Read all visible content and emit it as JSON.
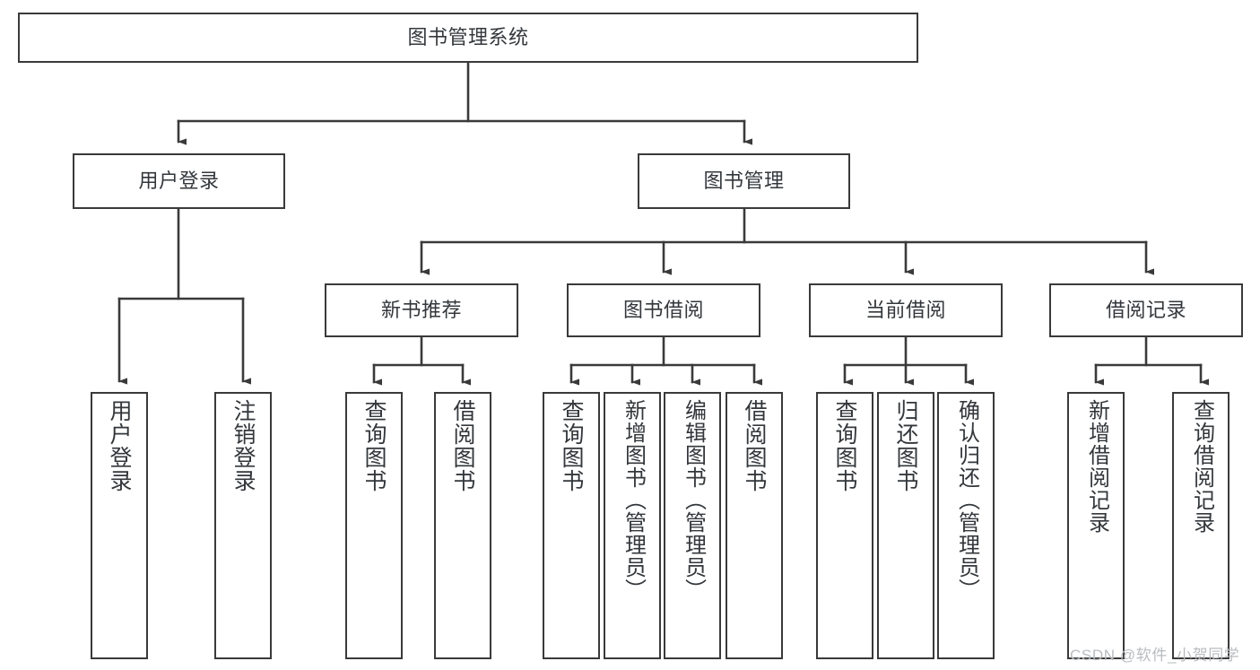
{
  "diagram": {
    "type": "tree-hierarchy-chart",
    "title": "图书管理系统",
    "stroke_color": "#3a3a3a",
    "text_color": "#33373b",
    "background_color": "#ffffff",
    "root": {
      "label": "图书管理系统"
    },
    "level1": [
      {
        "label": "用户登录"
      },
      {
        "label": "图书管理"
      }
    ],
    "level2": [
      {
        "label": "新书推荐"
      },
      {
        "label": "图书借阅"
      },
      {
        "label": "当前借阅"
      },
      {
        "label": "借阅记录"
      }
    ],
    "leaves": {
      "user_login": [
        {
          "label": "用户登录"
        },
        {
          "label": "注销登录"
        }
      ],
      "new_book_recommend": [
        {
          "label": "查询图书"
        },
        {
          "label": "借阅图书"
        }
      ],
      "book_borrow": [
        {
          "label": "查询图书"
        },
        {
          "label": "新增图书（管理员）"
        },
        {
          "label": "编辑图书（管理员）"
        },
        {
          "label": "借阅图书"
        }
      ],
      "current_borrow": [
        {
          "label": "查询图书"
        },
        {
          "label": "归还图书"
        },
        {
          "label": "确认归还（管理员）"
        }
      ],
      "borrow_records": [
        {
          "label": "新增借阅记录"
        },
        {
          "label": "查询借阅记录"
        }
      ]
    }
  },
  "watermark": {
    "text": "CSDN @软件_小贺同学"
  }
}
